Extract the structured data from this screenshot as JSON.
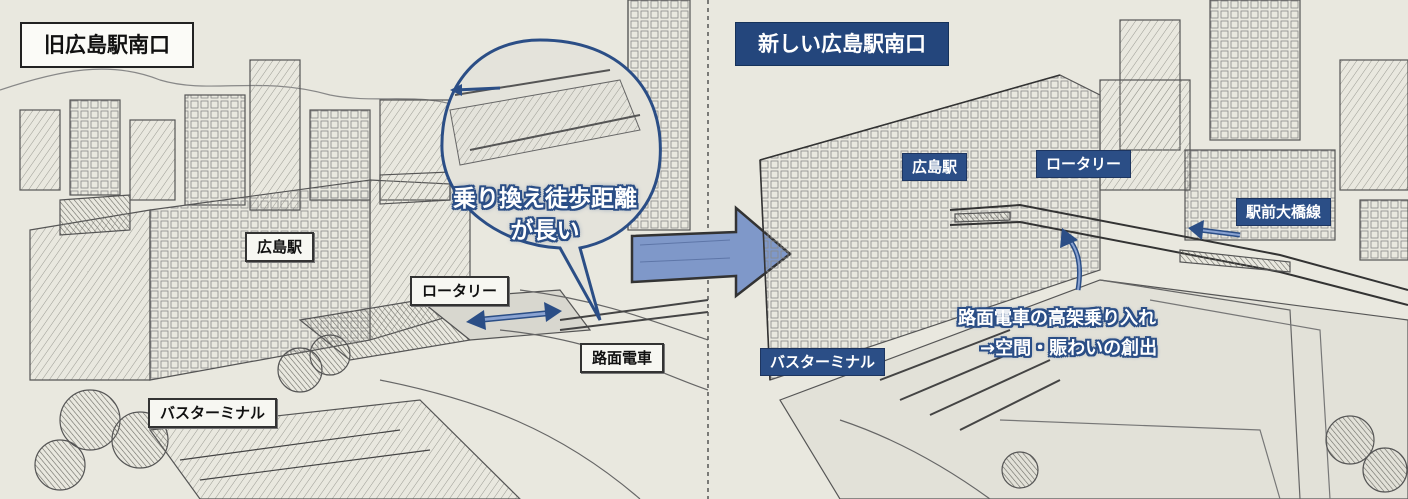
{
  "left_panel": {
    "title": "旧広島駅南口",
    "labels": {
      "station": "広島駅",
      "rotary": "ロータリー",
      "tram": "路面電車",
      "bus_terminal": "バスターミナル"
    },
    "callout": {
      "line1": "乗り換え徒歩距離",
      "line2": "が長い"
    }
  },
  "right_panel": {
    "title": "新しい広島駅南口",
    "labels": {
      "station": "広島駅",
      "rotary": "ロータリー",
      "ekimae_ohashi": "駅前大橋線",
      "bus_terminal": "バスターミナル"
    },
    "note": {
      "line1": "路面電車の高架乗り入れ",
      "line2": "→空間・賑わいの創出"
    }
  },
  "colors": {
    "accent_blue": "#2b4e86",
    "arrow_blue": "#7f98c9",
    "paper": "#e9e8df",
    "ink": "#333333"
  }
}
